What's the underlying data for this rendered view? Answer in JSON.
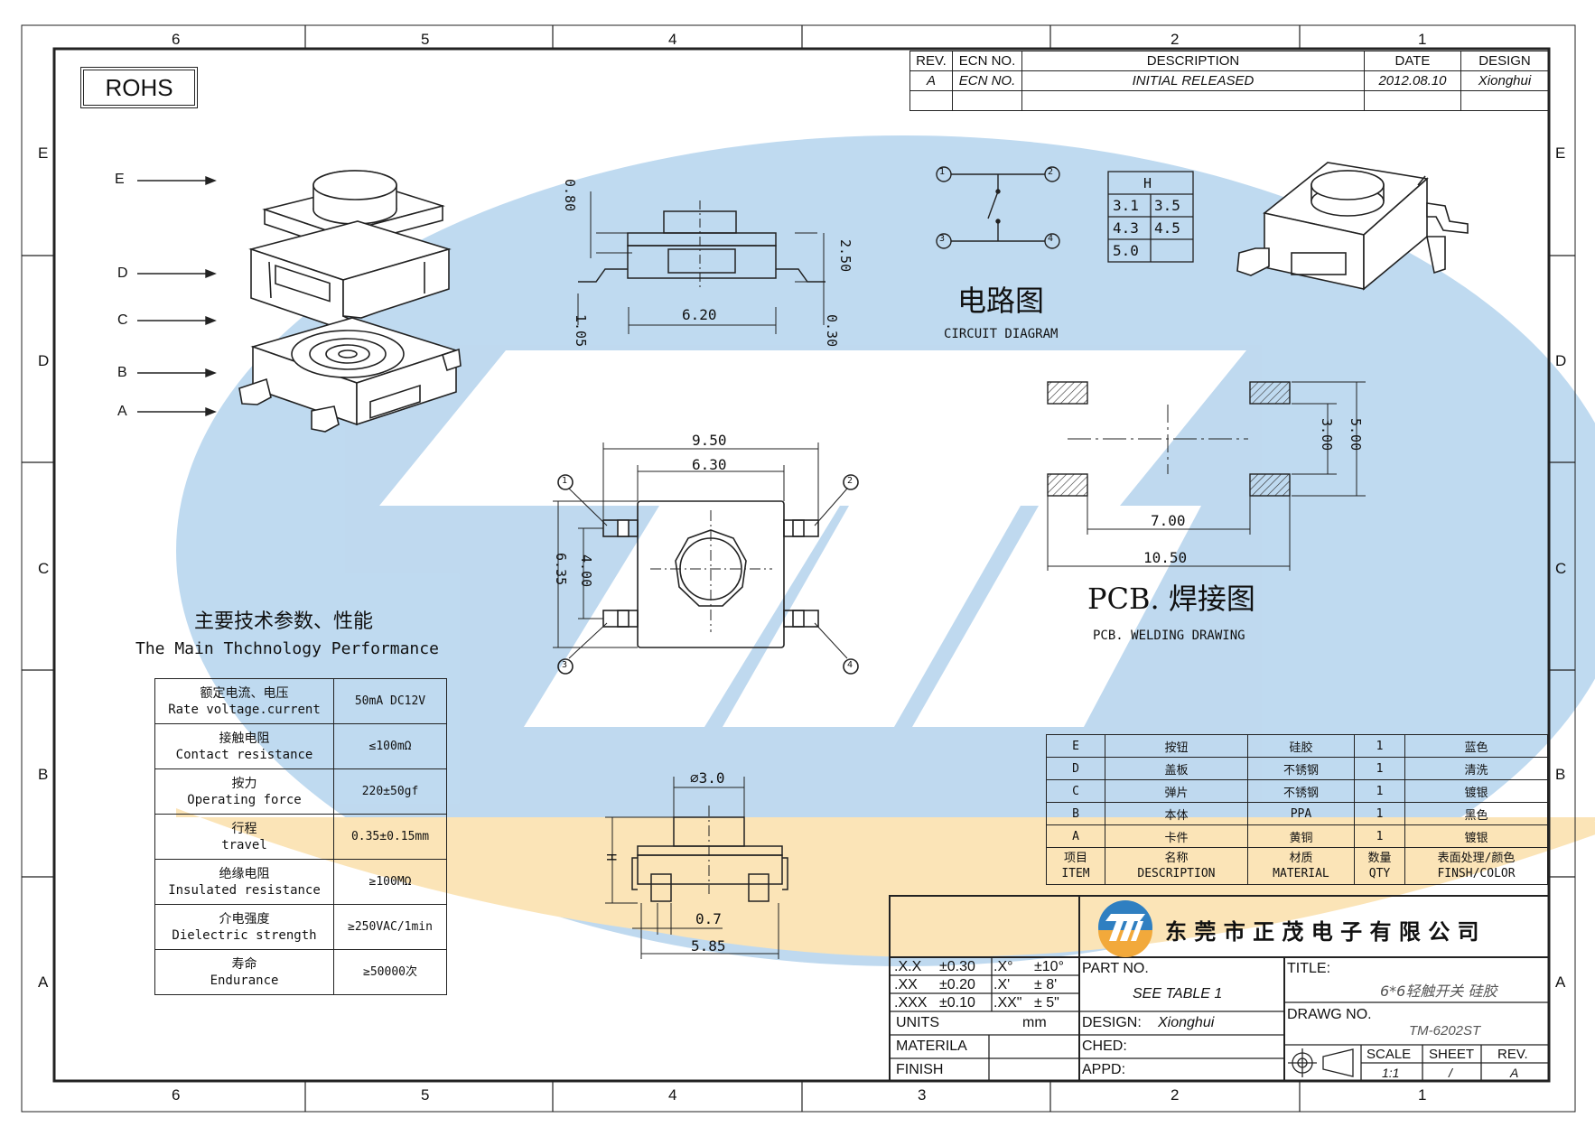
{
  "zones": {
    "columns": [
      "6",
      "5",
      "4",
      "3",
      "2",
      "1"
    ],
    "rows": [
      "E",
      "D",
      "C",
      "B",
      "A"
    ]
  },
  "rohs_label": "ROHS",
  "revision_table": {
    "headers": {
      "rev": "REV.",
      "ecn": "ECN NO.",
      "description": "DESCRIPTION",
      "date": "DATE",
      "design": "DESIGN"
    },
    "row": {
      "rev": "A",
      "ecn": "ECN NO.",
      "description": "INITIAL RELEASED",
      "date": "2012.08.10",
      "design": "Xionghui"
    }
  },
  "exploded_view": {
    "labels": [
      "E",
      "D",
      "C",
      "B",
      "A"
    ]
  },
  "front_view": {
    "dims": {
      "top": "0.80",
      "height": "2.50",
      "width": "6.20",
      "lead": "1.05",
      "lead_thk": "0.30"
    }
  },
  "circuit": {
    "pins": [
      "1",
      "2",
      "3",
      "4"
    ],
    "title_cn": "电路图",
    "title_en": "CIRCUIT DIAGRAM",
    "h_table": {
      "header": "H",
      "cells": [
        "3.1",
        "3.5",
        "4.3",
        "4.5",
        "5.0"
      ]
    }
  },
  "top_view": {
    "dims": {
      "overall": "9.50",
      "body": "6.30",
      "height_outer": "6.35",
      "height_inner": "4.00"
    },
    "pins": [
      "1",
      "2",
      "3",
      "4"
    ]
  },
  "pcb": {
    "dims": {
      "pad_gap": "3.00",
      "pad_span": "5.00",
      "inner": "7.00",
      "outer": "10.50"
    },
    "title_cn": "PCB. 焊接图",
    "title_en": "PCB. WELDING DRAWING"
  },
  "side_view": {
    "dims": {
      "diameter": "⌀3.0",
      "h": "H",
      "pin": "0.7",
      "width": "5.85"
    }
  },
  "performance": {
    "title_cn": "主要技术参数、性能",
    "title_en": "The Main Thchnology Performance",
    "rows": [
      {
        "cn": "额定电流、电压",
        "en": "Rate voltage.current",
        "value": "50mA DC12V"
      },
      {
        "cn": "接触电阻",
        "en": "Contact resistance",
        "value": "≤100mΩ"
      },
      {
        "cn": "按力",
        "en": "Operating force",
        "value": "220±50gf"
      },
      {
        "cn": "行程",
        "en": "travel",
        "value": "0.35±0.15mm"
      },
      {
        "cn": "绝缘电阻",
        "en": "Insulated resistance",
        "value": "≥100MΩ"
      },
      {
        "cn": "介电强度",
        "en": "Dielectric strength",
        "value": "≥250VAC/1min"
      },
      {
        "cn": "寿命",
        "en": "Endurance",
        "value": "≥50000次"
      }
    ]
  },
  "bom": {
    "rows": [
      [
        "E",
        "按钮",
        "硅胶",
        "1",
        "蓝色"
      ],
      [
        "D",
        "盖板",
        "不锈钢",
        "1",
        "清洗"
      ],
      [
        "C",
        "弹片",
        "不锈钢",
        "1",
        "镀银"
      ],
      [
        "B",
        "本体",
        "PPA",
        "1",
        "黑色"
      ],
      [
        "A",
        "卡件",
        "黄铜",
        "1",
        "镀银"
      ]
    ],
    "header_cn": [
      "项目",
      "名称",
      "材质",
      "数量",
      "表面处理/颜色"
    ],
    "header_en": [
      "ITEM",
      "DESCRIPTION",
      "MATERIAL",
      "QTY",
      "FINSH/COLOR"
    ]
  },
  "title_block": {
    "company": "东 莞 市 正 茂 电 子 有 限 公 司",
    "tolerances": [
      {
        "a": ".X.X",
        "b": "±0.30",
        "c": ".X°",
        "d": "±10°"
      },
      {
        "a": ".XX",
        "b": "±0.20",
        "c": ".X'",
        "d": "± 8'"
      },
      {
        "a": ".XXX",
        "b": "±0.10",
        "c": ".XX\"",
        "d": "± 5\""
      }
    ],
    "units_label": "UNITS",
    "units_value": "mm",
    "materia_label": "MATERILA",
    "finish_label": "FINISH",
    "part_no_label": "PART NO.",
    "part_no_value": "SEE TABLE 1",
    "design_label": "DESIGN:",
    "design_value": "Xionghui",
    "ched_label": "CHED:",
    "appd_label": "APPD:",
    "title_label": "TITLE:",
    "title_value": "6*6轻触开关 硅胶",
    "drawg_label": "DRAWG NO.",
    "drawg_value": "TM-6202ST",
    "scale_label": "SCALE",
    "scale_value": "1:1",
    "sheet_label": "SHEET",
    "sheet_value": "/",
    "rev_label": "REV.",
    "rev_value": "A"
  }
}
